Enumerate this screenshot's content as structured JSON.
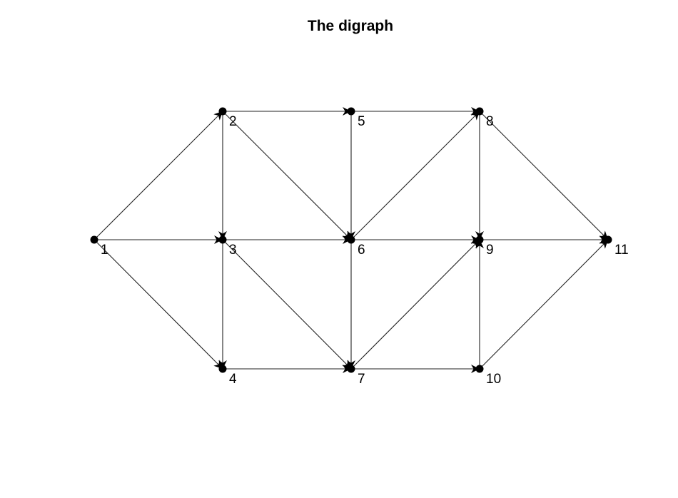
{
  "title": "The digraph",
  "colors": {
    "edge": "#222222",
    "node": "#000000",
    "background": "#ffffff"
  },
  "nodes": [
    {
      "id": "1",
      "label": "1"
    },
    {
      "id": "2",
      "label": "2"
    },
    {
      "id": "3",
      "label": "3"
    },
    {
      "id": "4",
      "label": "4"
    },
    {
      "id": "5",
      "label": "5"
    },
    {
      "id": "6",
      "label": "6"
    },
    {
      "id": "7",
      "label": "7"
    },
    {
      "id": "8",
      "label": "8"
    },
    {
      "id": "9",
      "label": "9"
    },
    {
      "id": "10",
      "label": "10"
    },
    {
      "id": "11",
      "label": "11"
    }
  ],
  "edges": [
    [
      "1",
      "2"
    ],
    [
      "1",
      "3"
    ],
    [
      "1",
      "4"
    ],
    [
      "2",
      "3"
    ],
    [
      "2",
      "5"
    ],
    [
      "2",
      "6"
    ],
    [
      "3",
      "4"
    ],
    [
      "3",
      "6"
    ],
    [
      "3",
      "7"
    ],
    [
      "4",
      "7"
    ],
    [
      "5",
      "6"
    ],
    [
      "5",
      "8"
    ],
    [
      "6",
      "7"
    ],
    [
      "6",
      "8"
    ],
    [
      "6",
      "9"
    ],
    [
      "7",
      "9"
    ],
    [
      "7",
      "10"
    ],
    [
      "8",
      "9"
    ],
    [
      "8",
      "11"
    ],
    [
      "9",
      "11"
    ],
    [
      "10",
      "9"
    ],
    [
      "10",
      "11"
    ]
  ]
}
